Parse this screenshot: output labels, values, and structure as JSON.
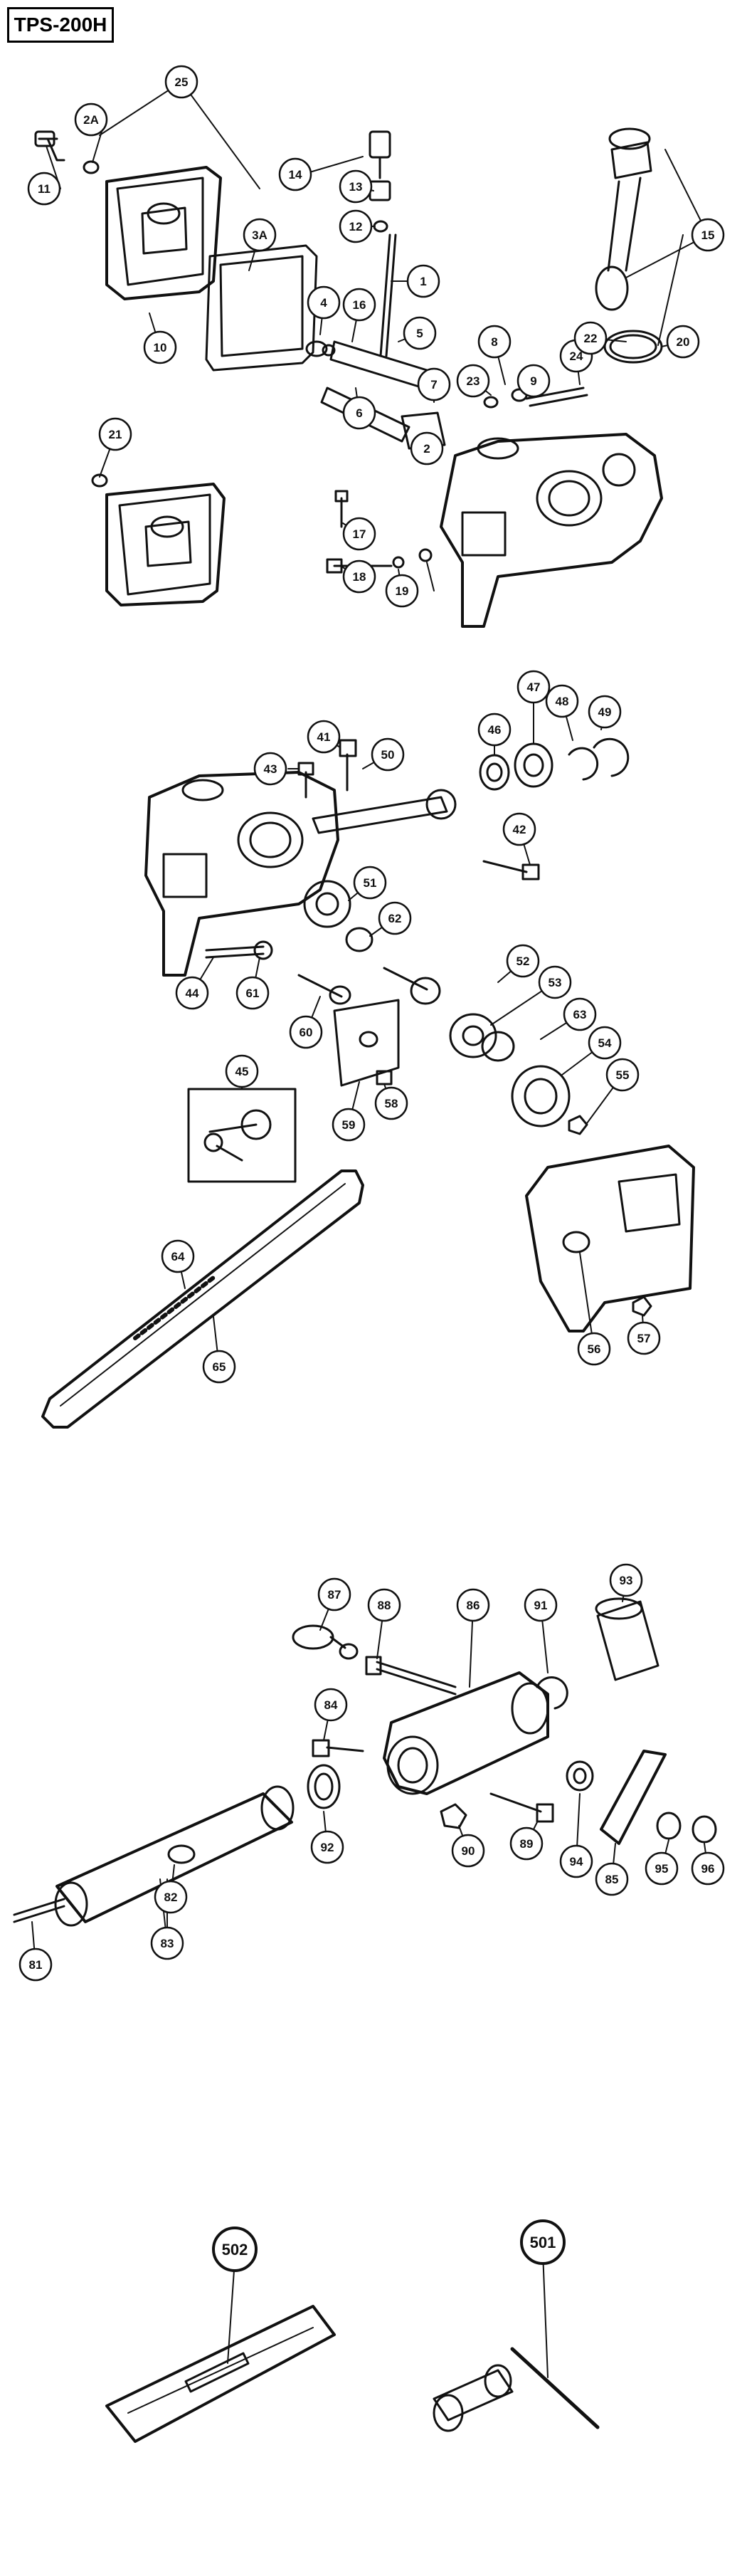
{
  "title": "TPS-200H",
  "parts": {
    "g1": [
      "25",
      "2A",
      "11",
      "14",
      "13",
      "12",
      "3A",
      "1",
      "10",
      "4",
      "16",
      "5",
      "7",
      "23",
      "8",
      "9",
      "24",
      "22",
      "20",
      "15",
      "6",
      "2",
      "21",
      "17",
      "18",
      "19"
    ],
    "g2": [
      "41",
      "43",
      "50",
      "46",
      "47",
      "48",
      "49",
      "42",
      "51",
      "62",
      "44",
      "61",
      "60",
      "52",
      "53",
      "63",
      "54",
      "55",
      "45",
      "59",
      "58",
      "64",
      "65",
      "56",
      "57"
    ],
    "g3": [
      "87",
      "88",
      "86",
      "91",
      "93",
      "84",
      "92",
      "90",
      "89",
      "94",
      "85",
      "95",
      "96",
      "81",
      "82",
      "83"
    ],
    "g4": [
      "502",
      "501"
    ]
  },
  "colors": {
    "ink": "#111111",
    "paper": "#ffffff"
  }
}
